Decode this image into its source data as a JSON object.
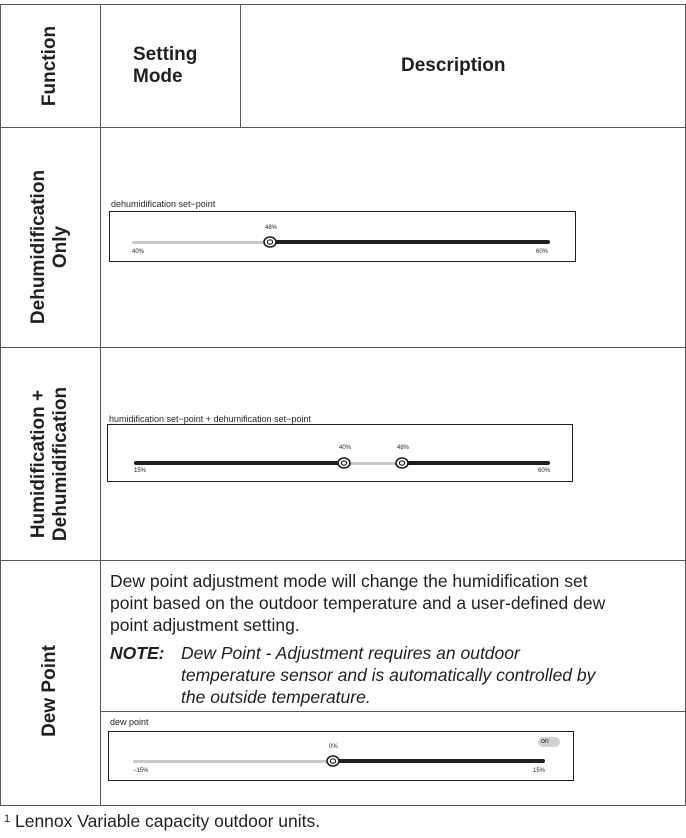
{
  "header": {
    "function": "Function",
    "setting_mode_line1": "Setting",
    "setting_mode_line2": "Mode",
    "description": "Description"
  },
  "rows": [
    {
      "function_line1": "Dehumidification",
      "function_line2": "Only",
      "panel_label": "dehumidification set−point",
      "slider": {
        "min_label": "40%",
        "max_label": "60%",
        "handle_label": "48%",
        "value": 48,
        "min": 40,
        "max": 60
      }
    },
    {
      "function_line1": "Humidification +",
      "function_line2": "Dehumidification",
      "panel_label": "humidification set−point + dehumification set−point",
      "slider": {
        "min_label": "15%",
        "max_label": "60%",
        "handle1_label": "40%",
        "handle2_label": "48%",
        "value1": 40,
        "value2": 48,
        "min": 15,
        "max": 60
      }
    },
    {
      "function_line1": "Dew Point",
      "description_lines": [
        "Dew point adjustment mode will change the humidification set",
        "point based on the outdoor temperature and a user-defined dew",
        "point adjustment setting."
      ],
      "note_label": "NOTE:",
      "note_lines": [
        "Dew Point - Adjustment requires an outdoor",
        "temperature sensor and is automatically controlled by",
        "the outside temperature."
      ],
      "panel_label": "dew point",
      "toggle_label": "on",
      "slider": {
        "min_label": "−15%",
        "max_label": "15%",
        "handle_label": "0%",
        "value": 0,
        "min": -15,
        "max": 15
      }
    }
  ],
  "footnote": {
    "marker": "1",
    "text": " Lennox Variable capacity outdoor units."
  },
  "colors": {
    "line": "#58595b",
    "text": "#231f20",
    "track_light": "#c8c9cb",
    "track_dark": "#231f20"
  }
}
